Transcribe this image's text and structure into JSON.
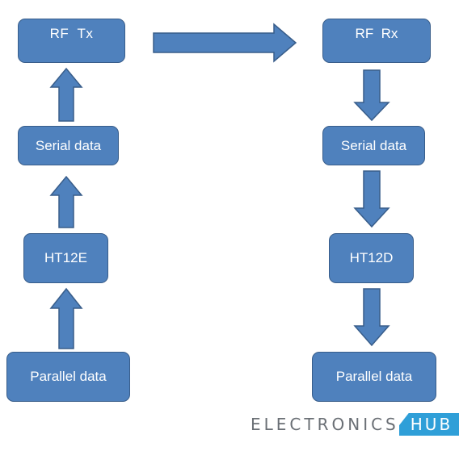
{
  "diagram": {
    "left": {
      "rf_tx": "RF  Tx",
      "serial_data": "Serial data",
      "encoder": "HT12E",
      "parallel_data": "Parallel data"
    },
    "right": {
      "rf_rx": "RF  Rx",
      "serial_data": "Serial data",
      "decoder": "HT12D",
      "parallel_data": "Parallel data"
    }
  },
  "watermark": {
    "text": "ELECTRONICS",
    "badge": "HUB"
  },
  "colors": {
    "box_fill": "#4f81bd",
    "box_border": "#385d8a",
    "watermark_text": "#6a6f75",
    "watermark_badge": "#2f9fd8"
  }
}
